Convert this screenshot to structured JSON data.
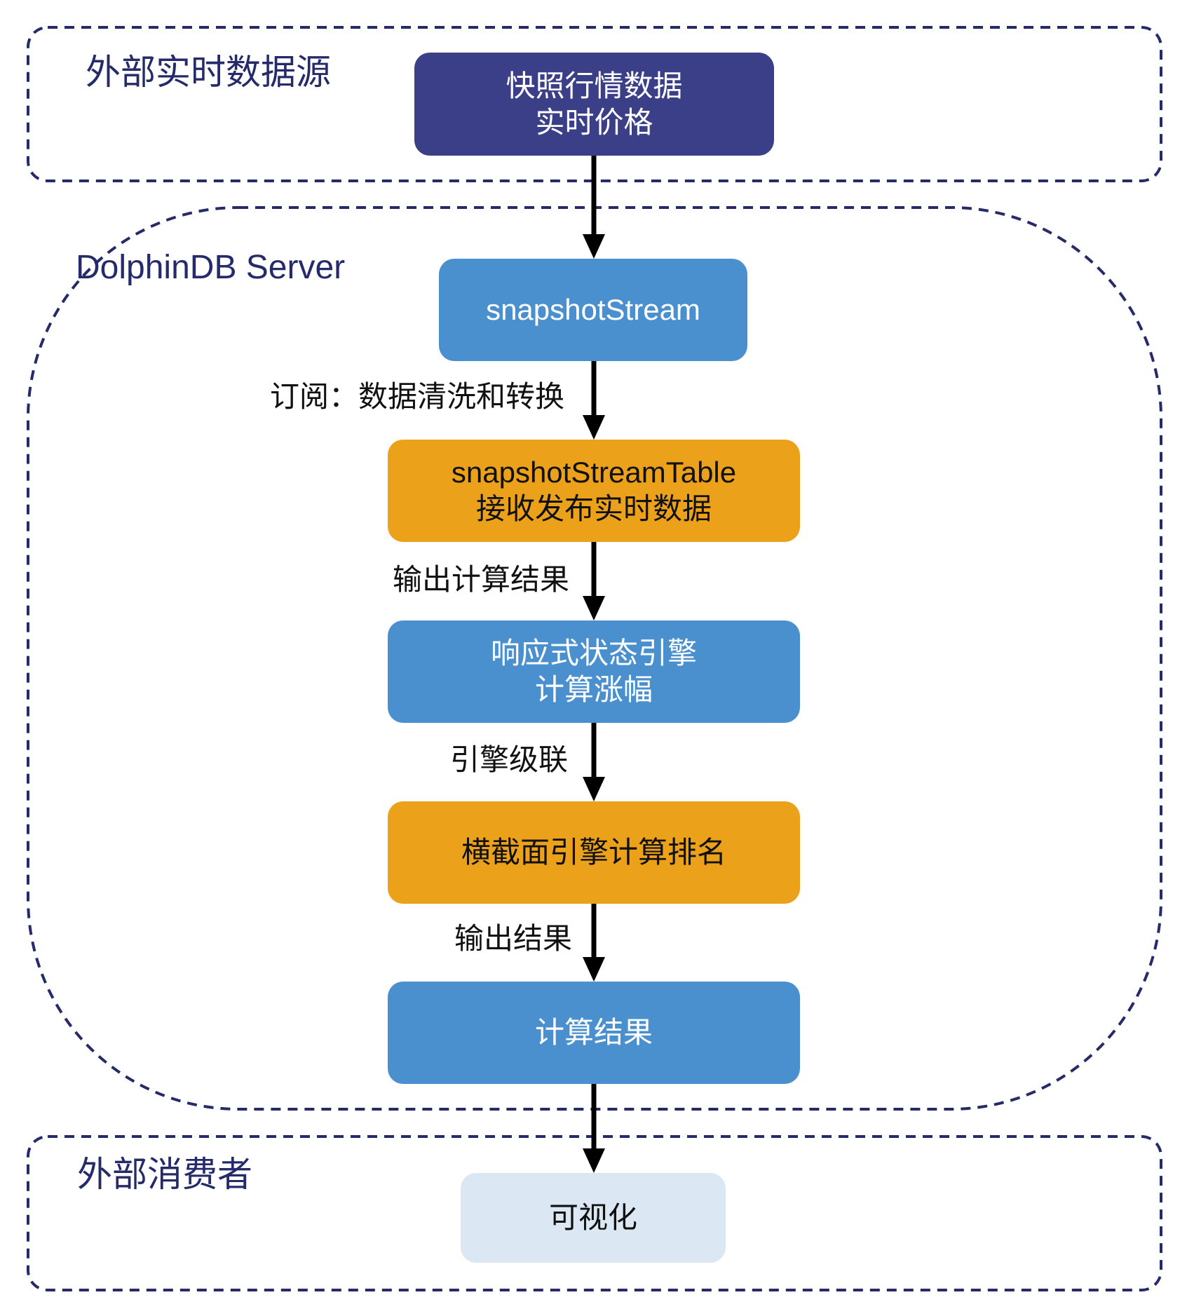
{
  "regions": {
    "source": {
      "label": "外部实时数据源"
    },
    "server": {
      "label": "DolphinDB Server"
    },
    "consumer": {
      "label": "外部消费者"
    }
  },
  "nodes": {
    "snapshot_source": {
      "lines": [
        "快照行情数据",
        "实时价格"
      ],
      "color": "#3a3f87"
    },
    "snapshot_stream": {
      "lines": [
        "snapshotStream"
      ],
      "color": "#4a90ce"
    },
    "snapshot_stream_table": {
      "lines": [
        "snapshotStreamTable",
        "接收发布实时数据"
      ],
      "color": "#eca11a"
    },
    "reactive_engine": {
      "lines": [
        "响应式状态引擎",
        "计算涨幅"
      ],
      "color": "#4a90ce"
    },
    "cross_section_engine": {
      "lines": [
        "横截面引擎计算排名"
      ],
      "color": "#eca11a"
    },
    "result": {
      "lines": [
        "计算结果"
      ],
      "color": "#4a90ce"
    },
    "visualization": {
      "lines": [
        "可视化"
      ],
      "color": "#dbe8f4"
    }
  },
  "edges": {
    "subscribe": {
      "label": "订阅：数据清洗和转换"
    },
    "output_calc": {
      "label": "输出计算结果"
    },
    "cascade": {
      "label": "引擎级联"
    },
    "output_result": {
      "label": "输出结果"
    }
  },
  "colors": {
    "region_border": "#252a6b",
    "arrow": "#000000"
  }
}
